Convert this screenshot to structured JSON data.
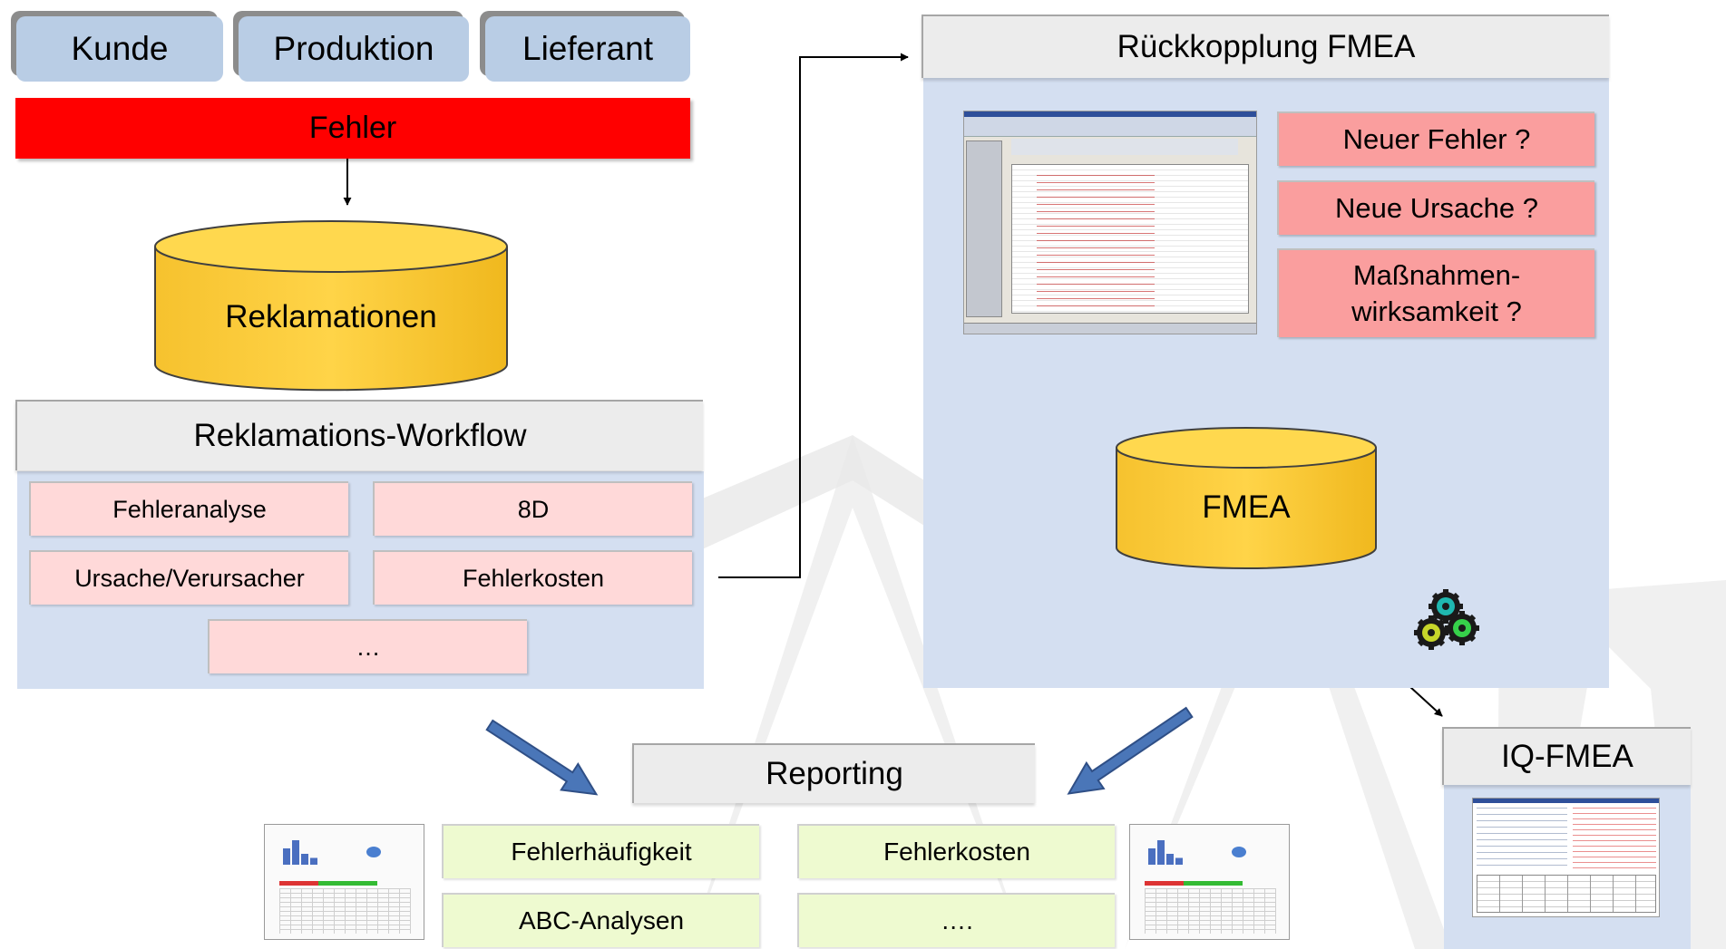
{
  "tabs": [
    "Kunde",
    "Produktion",
    "Lieferant"
  ],
  "fehler": "Fehler",
  "reklamationen_db": "Reklamationen",
  "workflow": {
    "title": "Reklamations-Workflow",
    "items": [
      "Fehleranalyse",
      "8D",
      "Ursache/Verursacher",
      "Fehlerkosten",
      "…"
    ]
  },
  "rueckkopplung": {
    "title": "Rückkopplung FMEA",
    "questions": [
      "Neuer Fehler ?",
      "Neue Ursache ?",
      "Maßnahmen-\nwirksamkeit ?"
    ],
    "db": "FMEA"
  },
  "iqfmea": {
    "title": "IQ-FMEA"
  },
  "reporting": {
    "title": "Reporting",
    "items": [
      "Fehlerhäufigkeit",
      "Fehlerkosten",
      "ABC-Analysen",
      "…."
    ]
  },
  "colors": {
    "fehler_bar": "#ff0000",
    "db_fill": "#ffd042",
    "panel": "#d4dff1",
    "tab": "#b9cde5",
    "question": "#fa9e9e",
    "workflow_item": "#ffd9d9",
    "report_item": "#eefad0",
    "blue_arrow": "#4a76b8"
  },
  "icons": [
    "gear-cluster-icon"
  ]
}
